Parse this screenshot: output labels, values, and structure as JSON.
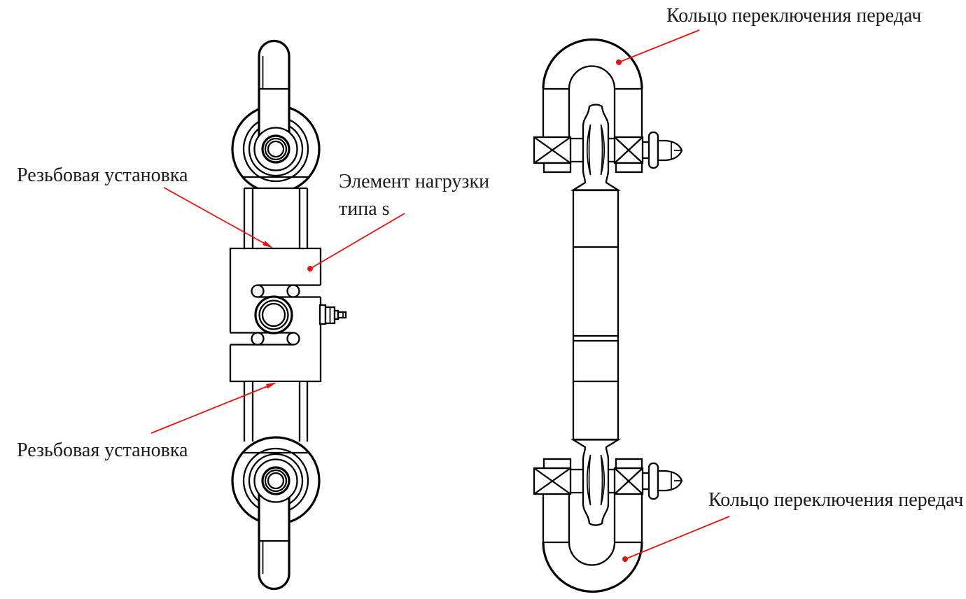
{
  "colors": {
    "background": "#ffffff",
    "line": "#000000",
    "leader": "#e8120e",
    "text": "#1b1b1b"
  },
  "labels": {
    "shackle_top": "Кольцо переключения передач",
    "shackle_bottom": "Кольцо переключения передач",
    "threaded_mount_top": "Резьбовая установка",
    "threaded_mount_bottom": "Резьбовая установка",
    "load_cell_line1": "Элемент нагрузки",
    "load_cell_line2": "типа s"
  }
}
